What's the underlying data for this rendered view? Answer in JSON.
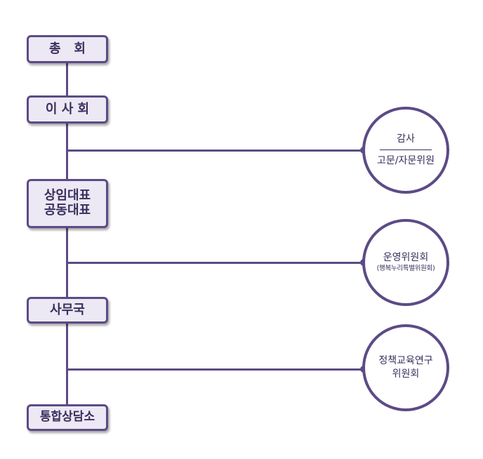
{
  "org": {
    "general_assembly": "총   회",
    "board": "이 사 회",
    "representatives": [
      "상임대표",
      "공동대표"
    ],
    "secretariat": "사무국",
    "counseling_center": "통합상담소"
  },
  "committees": {
    "audit": {
      "top": "감사",
      "bottom": "고문/자문위원"
    },
    "operations": {
      "name": "운영위원회",
      "sub": "(행복누리특별위원회)"
    },
    "policy": {
      "line1": "정책교육연구",
      "line2": "위원회"
    }
  },
  "colors": {
    "line": "#5c4b86",
    "box_fill": "#ece8f4",
    "text": "#3a2f5c"
  }
}
